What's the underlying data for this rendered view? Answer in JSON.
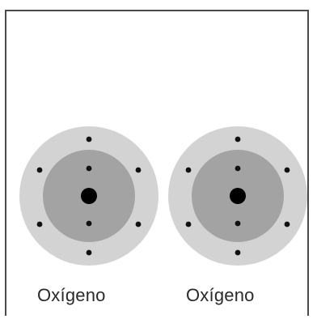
{
  "atoms": [
    {
      "label": "Oxígeno",
      "inner_electrons": 2,
      "outer_electrons": 6
    },
    {
      "label": "Oxígeno",
      "inner_electrons": 2,
      "outer_electrons": 6
    }
  ],
  "colors": {
    "outer_shell": "#d3d3d3",
    "inner_shell": "#a3a3a3",
    "nucleus": "#000000",
    "electron": "#111111",
    "frame_border": "#4a4a4a",
    "label_text": "#2a2a2a"
  }
}
